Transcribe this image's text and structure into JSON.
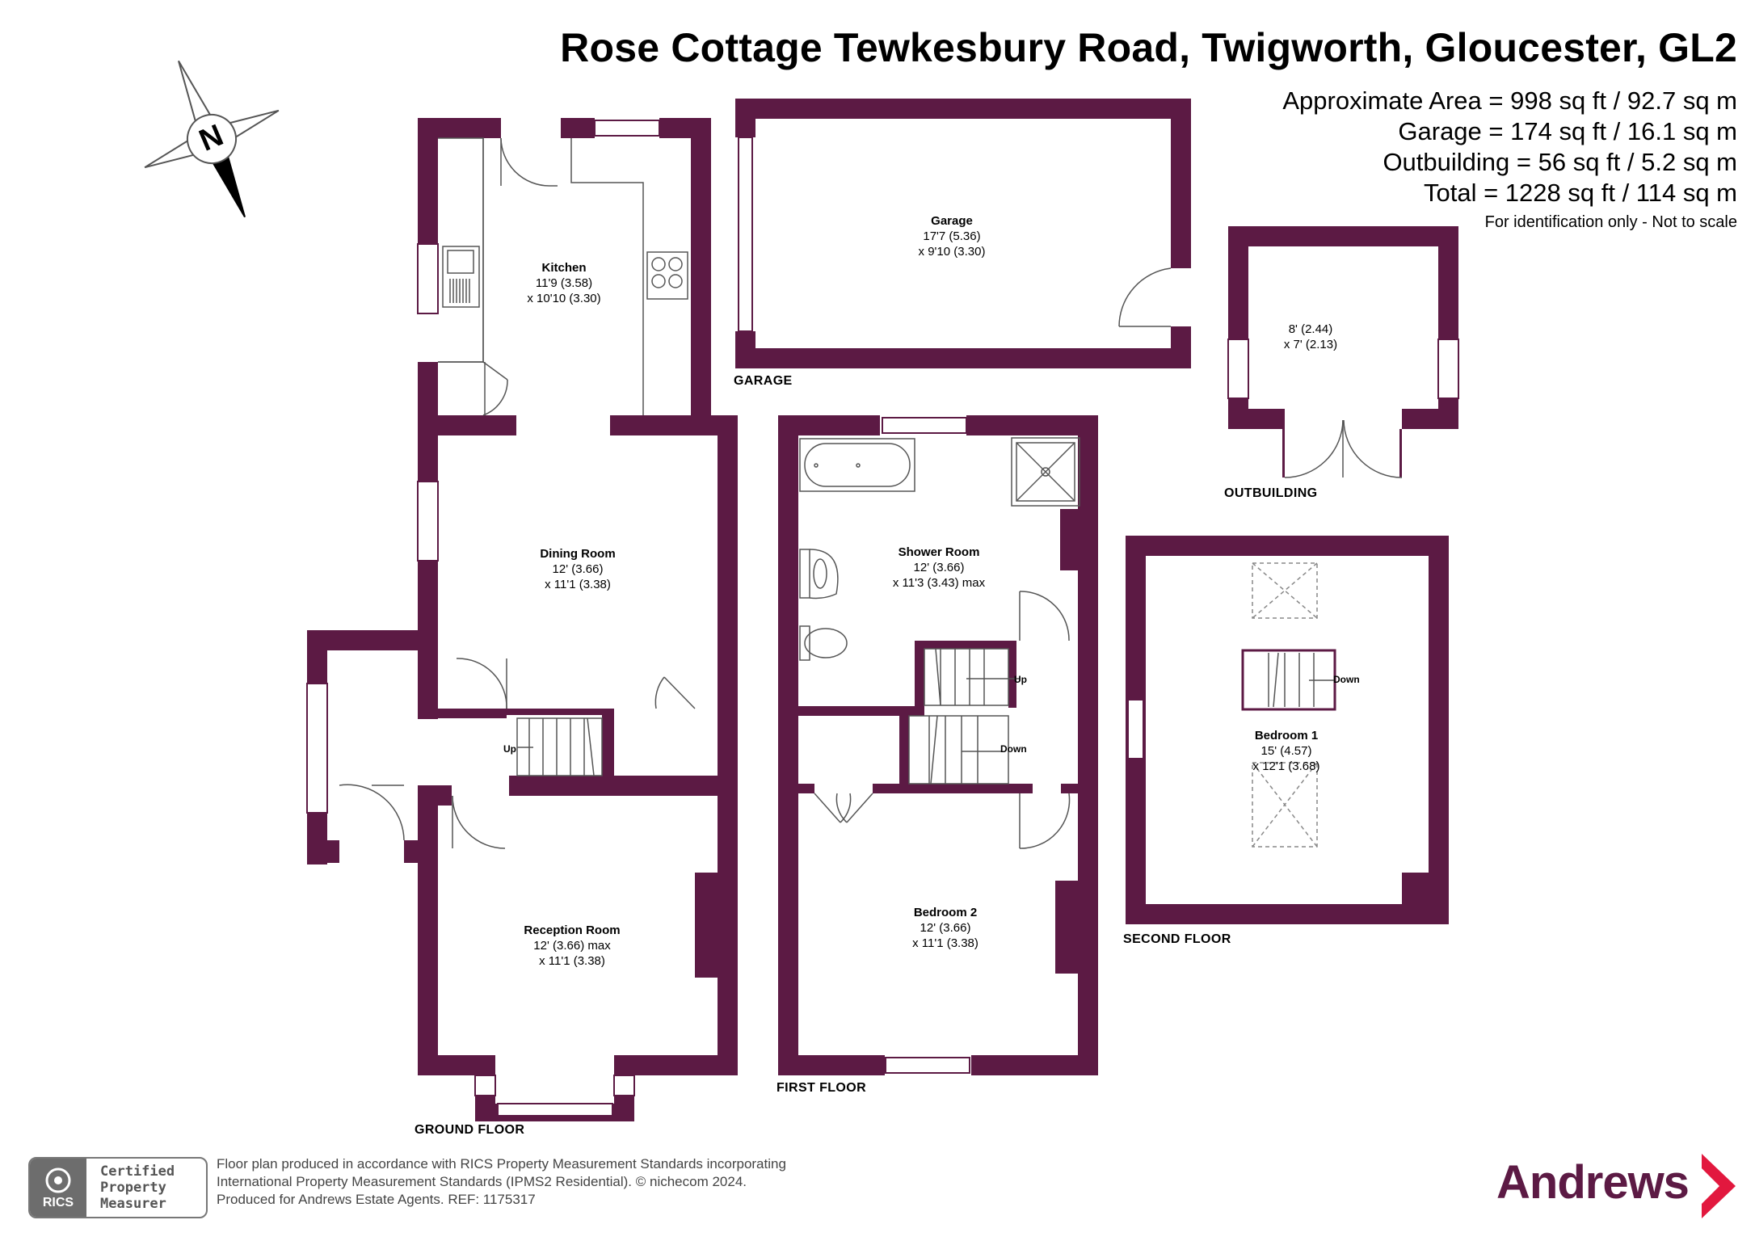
{
  "header": {
    "title": "Rose Cottage Tewkesbury Road, Twigworth, Gloucester, GL2",
    "areas": [
      "Approximate Area = 998 sq ft / 92.7 sq m",
      "Garage = 174 sq ft / 16.1 sq m",
      "Outbuilding = 56 sq ft / 5.2 sq m",
      "Total = 1228 sq ft / 114 sq m"
    ],
    "disclaimer": "For identification only - Not to scale"
  },
  "compass": {
    "letter": "N"
  },
  "rooms": {
    "kitchen": {
      "name": "Kitchen",
      "dim1": "11'9 (3.58)",
      "dim2": "x 10'10 (3.30)"
    },
    "dining": {
      "name": "Dining Room",
      "dim1": "12' (3.66)",
      "dim2": "x 11'1 (3.38)"
    },
    "reception": {
      "name": "Reception Room",
      "dim1": "12' (3.66) max",
      "dim2": "x 11'1 (3.38)"
    },
    "garage": {
      "name": "Garage",
      "dim1": "17'7 (5.36)",
      "dim2": "x 9'10 (3.30)"
    },
    "outbuilding": {
      "name": "",
      "dim1": "8' (2.44)",
      "dim2": "x 7' (2.13)"
    },
    "shower": {
      "name": "Shower Room",
      "dim1": "12' (3.66)",
      "dim2": "x 11'3 (3.43) max"
    },
    "bedroom2": {
      "name": "Bedroom 2",
      "dim1": "12' (3.66)",
      "dim2": "x 11'1 (3.38)"
    },
    "bedroom1": {
      "name": "Bedroom 1",
      "dim1": "15' (4.57)",
      "dim2": "x 12'1 (3.68)"
    }
  },
  "floor_labels": {
    "garage": "GARAGE",
    "outbuilding": "OUTBUILDING",
    "ground": "GROUND FLOOR",
    "first": "FIRST FLOOR",
    "second": "SECOND FLOOR"
  },
  "stairs": {
    "ground_up": "Up",
    "first_up": "Up",
    "first_down": "Down",
    "second_down": "Down"
  },
  "footer": {
    "line1": "Floor plan produced in accordance with RICS Property Measurement Standards incorporating",
    "line2": "International Property Measurement Standards (IPMS2 Residential).   ©  nichecom 2024.",
    "line3": "Produced for Andrews Estate Agents.   REF:   1175317"
  },
  "rics_badge": {
    "label": "RICS",
    "line1": "Certified",
    "line2": "Property",
    "line3": "Measurer"
  },
  "brand": {
    "name": "Andrews"
  },
  "colors": {
    "wall": "#5c1a44",
    "text": "#000000",
    "footer_text": "#444444",
    "badge_grey": "#6d6d6d"
  }
}
